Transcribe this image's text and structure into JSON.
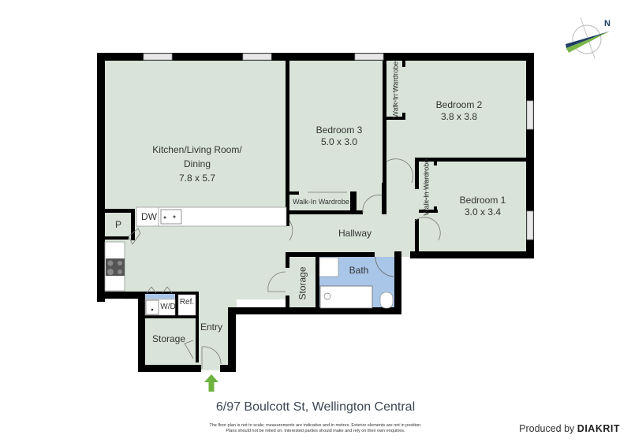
{
  "plan": {
    "address": "6/97 Boulcott St, Wellington Central",
    "disclaimer_line1": "The floor plan is not to scale; measurements are indicative and in metres. Exterior elements are not in position.",
    "disclaimer_line2": "Plans should not be relied on. Interested parties should make and rely on their own enquiries.",
    "produced_by_prefix": "Produced by",
    "produced_by_brand": "DIAKRIT",
    "compass_label": "N"
  },
  "rooms": {
    "kitchen": {
      "name_line1": "Kitchen/Living Room/",
      "name_line2": "Dining",
      "size": "7.8 x 5.7"
    },
    "bedroom3": {
      "name": "Bedroom 3",
      "size": "5.0 x 3.0"
    },
    "bedroom2": {
      "name": "Bedroom 2",
      "size": "3.8 x 3.8"
    },
    "bedroom1": {
      "name": "Bedroom 1",
      "size": "3.0 x 3.4"
    },
    "hallway": {
      "name": "Hallway"
    },
    "bath": {
      "name": "Bath"
    },
    "storage_hall": {
      "name": "Storage"
    },
    "storage_entry": {
      "name": "Storage"
    },
    "entry": {
      "name": "Entry"
    },
    "wiw_bed3": {
      "name": "Walk-In Wardrobe"
    },
    "wiw_bed2": {
      "name": "Walk-In Wardrobe"
    },
    "wiw_bed1": {
      "name": "Walk-In Wardrobe"
    },
    "pantry": {
      "name": "P"
    },
    "dishwasher": {
      "name": "DW"
    },
    "washer_dryer": {
      "name": "W/D"
    },
    "fridge": {
      "name": "Ref."
    }
  },
  "colors": {
    "floor": "#d9e3d9",
    "wall": "#000000",
    "bath": "#a9c6e8",
    "entry_arrow": "#6cb33f",
    "compass_blue": "#1f3d66",
    "compass_green": "#7ab648"
  }
}
